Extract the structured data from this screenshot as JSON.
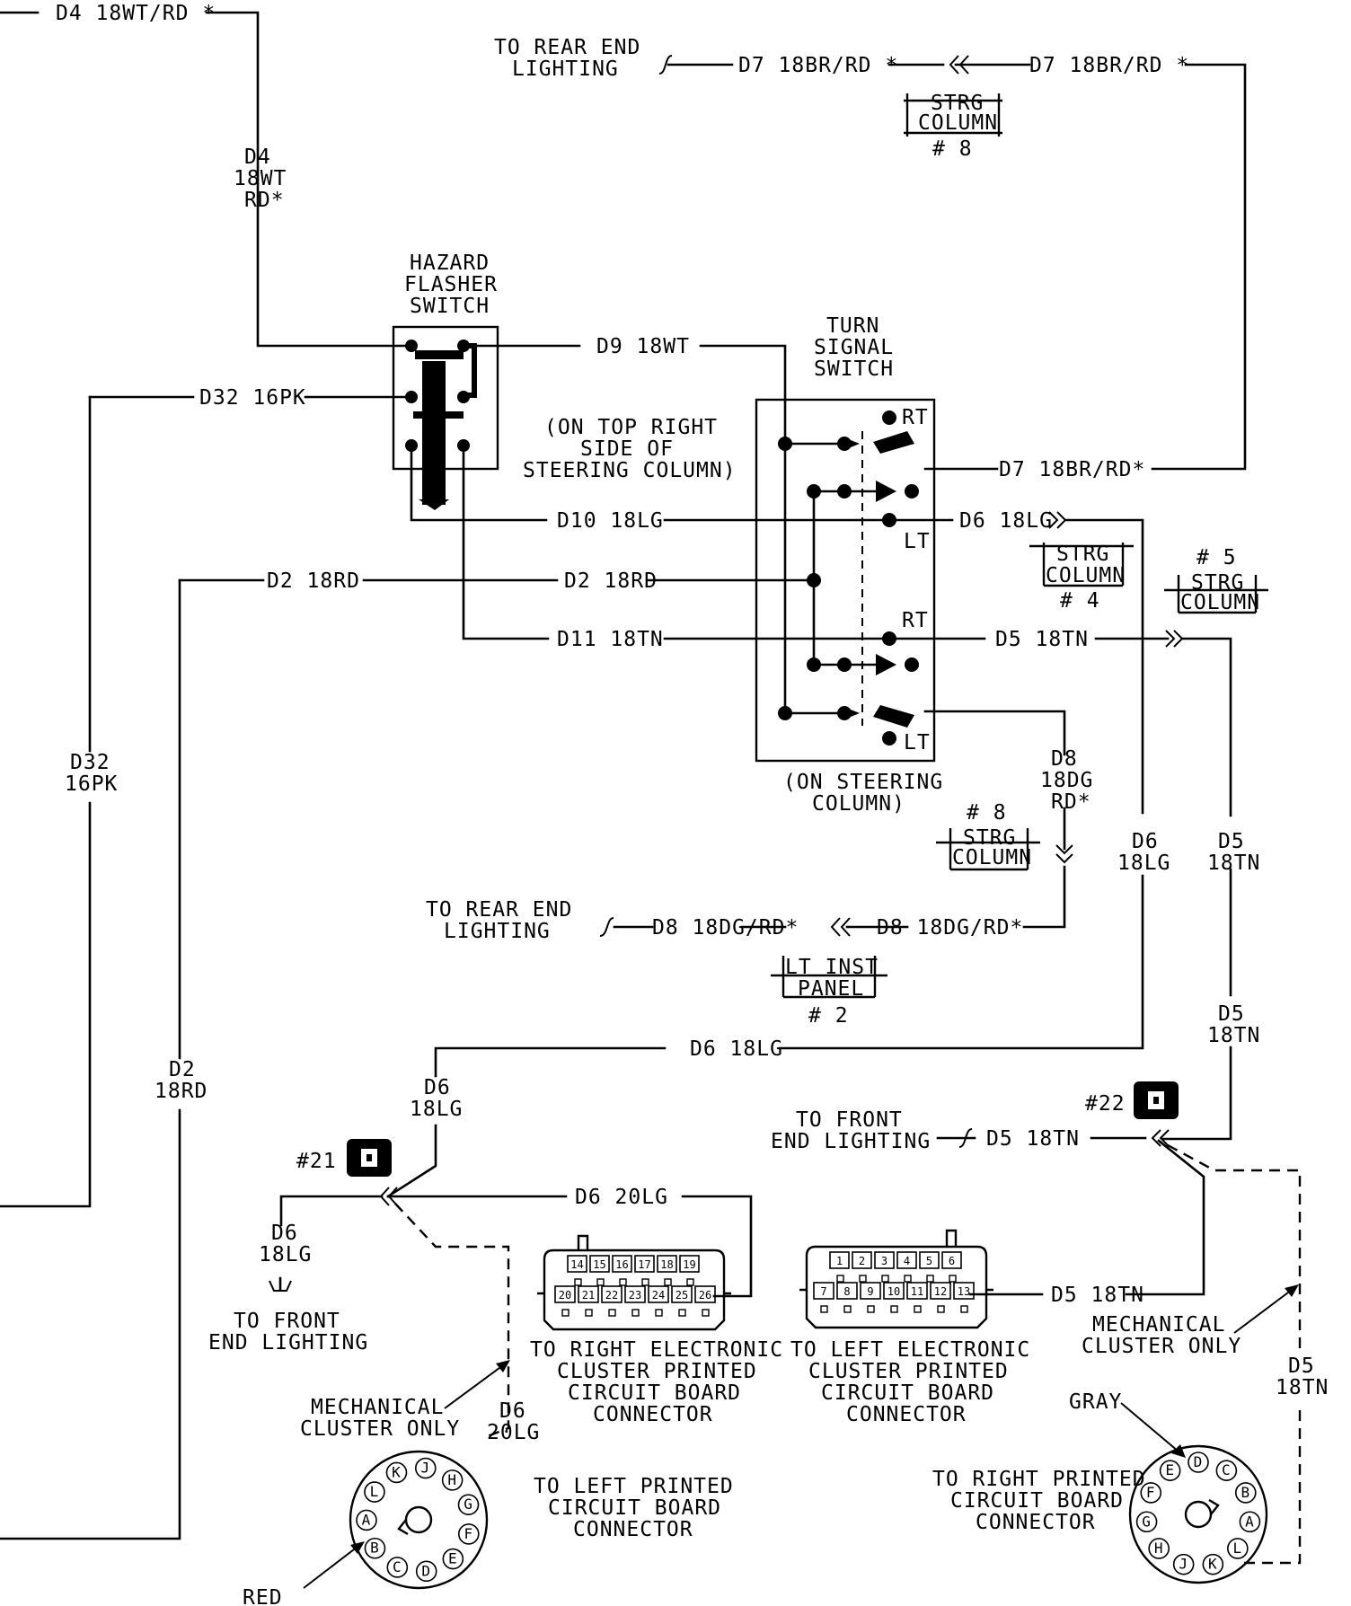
{
  "wires": {
    "d4_top": "D4 18WT/RD *",
    "d4_v1": "D4",
    "d4_v2": "18WT",
    "d4_v3": "RD*",
    "d7_left": "D7 18BR/RD *",
    "d7_right": "D7 18BR/RD *",
    "d9": "D9 18WT",
    "d32_h": "D32 16PK",
    "d7_switch": "D7 18BR/RD*",
    "d10": "D10 18LG",
    "d6_switch": "D6 18LG",
    "d2_h1": "D2 18RD",
    "d2_h2": "D2 18RD",
    "d11": "D11 18TN",
    "d5_switch": "D5 18TN",
    "d32_v1": "D32",
    "d32_v2": "16PK",
    "d8_v1": "D8",
    "d8_v2": "18DG",
    "d8_v3": "RD*",
    "d6_v1": "D6",
    "d6_v2": "18LG",
    "d5_v1": "D5",
    "d5_v2": "18TN",
    "d8_h_left": "D8 18DG/RD*",
    "d8_h_right": "D8 18DG/RD*",
    "d6_h": "D6 18LG",
    "d5_v3": "D5",
    "d5_v4": "18TN",
    "d2_v1": "D2",
    "d2_v2": "18RD",
    "d6_junction_v1": "D6",
    "d6_junction_v2": "18LG",
    "d5_front": "D5 18TN",
    "d6_20lg": "D6 20LG",
    "d6_left_v1": "D6",
    "d6_left_v2": "18LG",
    "d5_cluster": "D5 18TN",
    "d5_dash_v1": "D5",
    "d5_dash_v2": "18TN",
    "d6_dash_v1": "D6",
    "d6_dash_v2": "20LG"
  },
  "labels": {
    "rear_top_1": "TO REAR END",
    "rear_top_2": "LIGHTING",
    "strg": "STRG",
    "column": "COLUMN",
    "num8": "# 8",
    "num4": "# 4",
    "num5": "# 5",
    "num2": "# 2",
    "hazard_1": "HAZARD",
    "hazard_2": "FLASHER",
    "hazard_3": "SWITCH",
    "turn_1": "TURN",
    "turn_2": "SIGNAL",
    "turn_3": "SWITCH",
    "hazard_loc_1": "(ON TOP RIGHT",
    "hazard_loc_2": "SIDE OF",
    "hazard_loc_3": "STEERING COLUMN)",
    "rt": "RT",
    "lt": "LT",
    "turn_loc_1": "(ON STEERING",
    "turn_loc_2": "COLUMN)",
    "lt_inst": "LT INST",
    "panel": "PANEL",
    "front_1": "TO FRONT",
    "front_1b": "TO FRONT",
    "front_2": "END LIGHTING",
    "splice_22": "#22",
    "splice_21": "#21",
    "right_cluster_1": "TO RIGHT ELECTRONIC",
    "right_cluster_2": "CLUSTER PRINTED",
    "right_cluster_3": "CIRCUIT BOARD",
    "right_cluster_4": "CONNECTOR",
    "left_cluster_1": "TO LEFT ELECTRONIC",
    "left_cluster_2": "CLUSTER PRINTED",
    "left_cluster_3": "CIRCUIT BOARD",
    "left_cluster_4": "CONNECTOR",
    "mechanical": "MECHANICAL",
    "cluster_only": "CLUSTER ONLY",
    "gray": "GRAY",
    "red": "RED",
    "left_pcb_1": "TO LEFT PRINTED",
    "left_pcb_2": "CIRCUIT BOARD",
    "left_pcb_3": "CONNECTOR",
    "right_pcb_1": "TO RIGHT PRINTED",
    "right_pcb_2": "CIRCUIT BOARD",
    "right_pcb_3": "CONNECTOR"
  },
  "connectors": {
    "right_cluster_top_pins": [
      "14",
      "15",
      "16",
      "17",
      "18",
      "19"
    ],
    "right_cluster_bottom_pins": [
      "20",
      "21",
      "22",
      "23",
      "24",
      "25",
      "26"
    ],
    "left_cluster_top_pins": [
      "1",
      "2",
      "3",
      "4",
      "5",
      "6"
    ],
    "left_cluster_bottom_pins": [
      "7",
      "8",
      "9",
      "10",
      "11",
      "12",
      "13"
    ],
    "left_pcb_pins": [
      "K",
      "J",
      "H",
      "G",
      "F",
      "E",
      "D",
      "C",
      "B",
      "A",
      "L"
    ],
    "right_pcb_pins": [
      "D",
      "C",
      "B",
      "A",
      "L",
      "K",
      "J",
      "H",
      "G",
      "F",
      "E"
    ]
  }
}
